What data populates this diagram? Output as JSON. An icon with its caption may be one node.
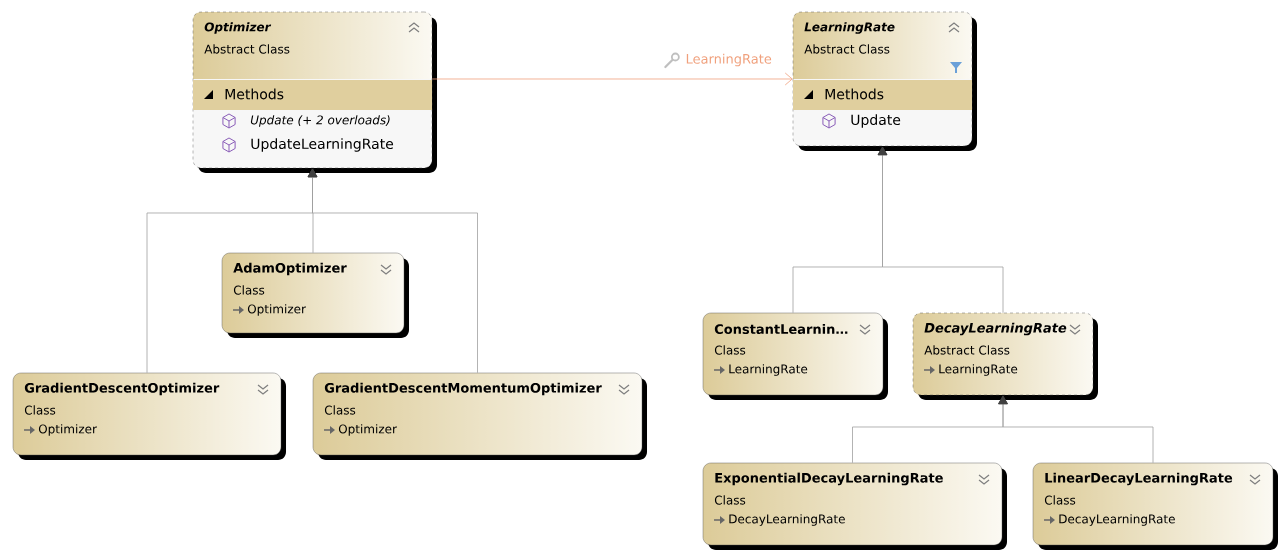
{
  "diagram": {
    "nodes": [
      {
        "text": [
          "Optimizer",
          "Abstract Class",
          "Methods",
          "Update (+ 2 overloads)",
          "UpdateLearningRate"
        ]
      },
      {
        "text": [
          "LearningRate",
          "Abstract Class",
          "Methods",
          "Update"
        ]
      },
      {
        "text": [
          "AdamOptimizer",
          "Class",
          "Optimizer"
        ]
      },
      {
        "text": [
          "GradientDescentOptimizer",
          "Class",
          "Optimizer"
        ]
      },
      {
        "text": [
          "GradientDescentMomentumOptimizer",
          "Class",
          "Optimizer"
        ]
      },
      {
        "text": [
          "ConstantLearnin…",
          "Class",
          "LearningRate"
        ]
      },
      {
        "text": [
          "DecayLearningRate",
          "Abstract Class",
          "LearningRate"
        ]
      },
      {
        "text": [
          "ExponentialDecayLearningRate",
          "Class",
          "DecayLearningRate"
        ]
      },
      {
        "text": [
          "LinearDecayLearningRate",
          "Class",
          "DecayLearningRate"
        ]
      }
    ],
    "edges": [
      {
        "from": 0,
        "to": 1,
        "arrow": "to",
        "label": "LearningRate",
        "color": "#f0a07c"
      },
      {
        "from": 2,
        "to": 0,
        "arrow": "to"
      },
      {
        "from": 3,
        "to": 0,
        "arrow": "to"
      },
      {
        "from": 4,
        "to": 0,
        "arrow": "to"
      },
      {
        "from": 5,
        "to": 1,
        "arrow": "to"
      },
      {
        "from": 6,
        "to": 1,
        "arrow": "to"
      },
      {
        "from": 7,
        "to": 6,
        "arrow": "to"
      },
      {
        "from": 8,
        "to": 6,
        "arrow": "to"
      }
    ]
  }
}
